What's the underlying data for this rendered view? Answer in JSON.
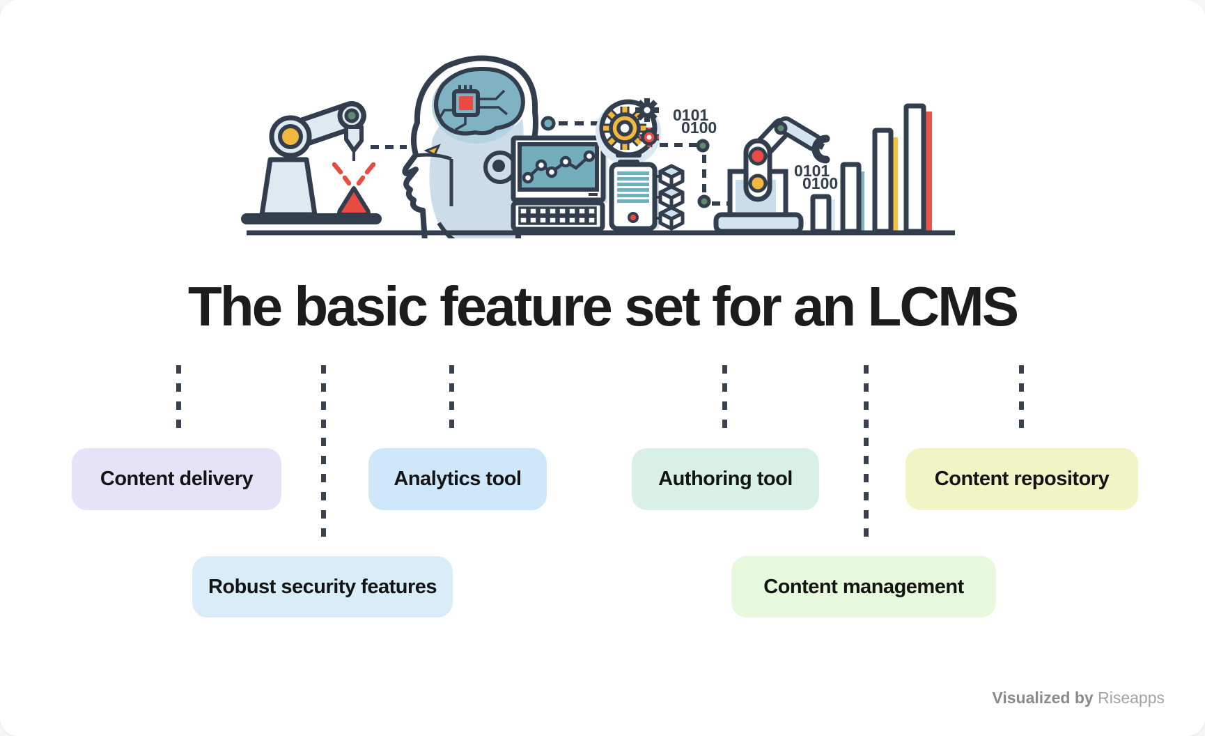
{
  "title": "The basic feature set for an LCMS",
  "features": [
    {
      "label": "Content delivery",
      "color": "#e6e3f8"
    },
    {
      "label": "Analytics tool",
      "color": "#cfe7fb"
    },
    {
      "label": "Authoring tool",
      "color": "#d8f0e5"
    },
    {
      "label": "Content repository",
      "color": "#f1f5c6"
    },
    {
      "label": "Robust security features",
      "color": "#d8edf8"
    },
    {
      "label": "Content management",
      "color": "#e6f9dc"
    }
  ],
  "illustration": {
    "parts": [
      "robot-arm-left",
      "warning-triangle",
      "human-head-ai-chip",
      "monitor-line-chart",
      "keyboard",
      "idea-bulb-gears",
      "server-tower",
      "data-cubes",
      "robot-arm-right",
      "growth-bar-chart"
    ],
    "binary_left": [
      "0101",
      "0100"
    ],
    "binary_right": [
      "0101",
      "0100"
    ]
  },
  "footer": {
    "prefix": "Visualized by",
    "brand": "Riseapps"
  },
  "colors": {
    "ink": "#323d4d",
    "dash": "#39424e",
    "light": "#dfe9f0",
    "light2": "#ccdde9",
    "shadow": "#cfe0ec",
    "teal": "#74aebc",
    "teal_dark": "#7fb3c4",
    "halo": "#b3d4e0",
    "yellow": "#f2b73d",
    "red": "#e84b42",
    "green": "#5d8a71",
    "bar_a": "#dce8f2",
    "bar_b": "#7fb3c0",
    "bar_c": "#f5c242",
    "bar_d": "#e8534a",
    "title_text": "#1c1c1c",
    "box_text": "#141414",
    "footer_bold": "#8a8a8a",
    "footer_light": "#a3a3a3"
  }
}
